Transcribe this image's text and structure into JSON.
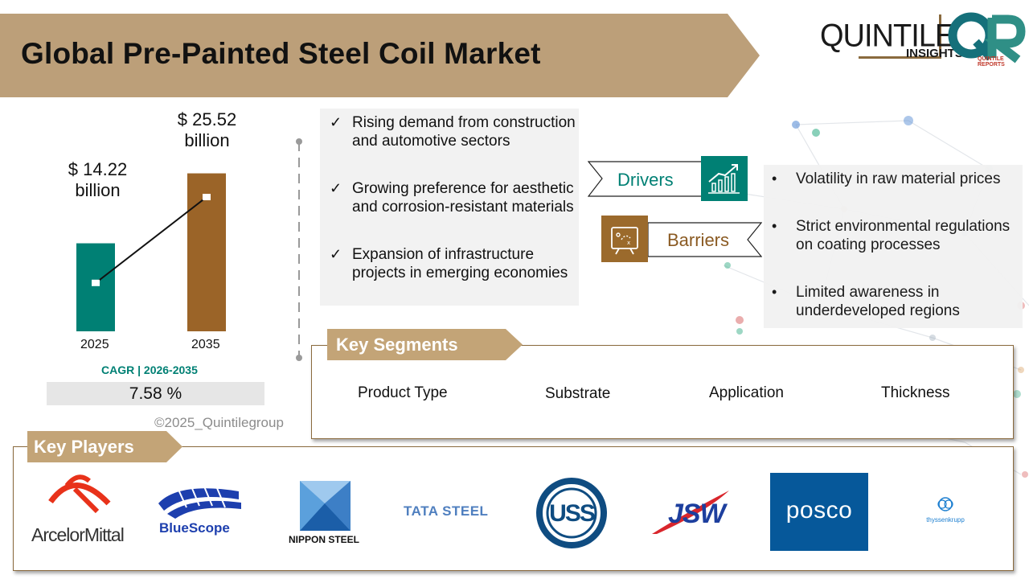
{
  "title": "Global Pre-Painted Steel Coil Market",
  "brand": {
    "quintile": "QUINTILE",
    "insights": "INSIGHTS",
    "qr": "QR",
    "reports": "QUINTILE REPORTS"
  },
  "chart_data": {
    "type": "bar",
    "categories": [
      "2025",
      "2035"
    ],
    "values": [
      14.22,
      25.52
    ],
    "value_labels": [
      "$ 14.22 billion",
      "$ 25.52 billion"
    ],
    "ylim": [
      0,
      30
    ],
    "colors": [
      "#008074",
      "#9b6428"
    ]
  },
  "bar_labels": {
    "first_amount": "$ 14.22",
    "first_unit": "billion",
    "second_amount": "$ 25.52",
    "second_unit": "billion"
  },
  "cagr": {
    "label": "CAGR | 2026-2035",
    "value": "7.58 %"
  },
  "copyright": "©2025_Quintilegroup",
  "drivers": {
    "label": "Drivers",
    "items": [
      "Rising demand from construction and automotive sectors",
      "Growing preference for aesthetic and corrosion-resistant materials",
      "Expansion of infrastructure projects in emerging economies"
    ]
  },
  "barriers": {
    "label": "Barriers",
    "items": [
      "Volatility in raw material prices",
      "Strict environmental regulations on coating processes",
      "Limited awareness in underdeveloped regions"
    ]
  },
  "segments": {
    "title": "Key Segments",
    "items": [
      "Product Type",
      "Substrate",
      "Application",
      "Thickness"
    ]
  },
  "players": {
    "title": "Key Players",
    "logos": {
      "arcelormittal": "ArcelorMittal",
      "bluescope": "BlueScope",
      "nippon": "NIPPON STEEL",
      "tata": "TATA STEEL",
      "uss": "USS",
      "jsw": "JSW",
      "posco": "posco",
      "thyssenkrupp": "thyssenkrupp"
    }
  },
  "colors": {
    "banner": "#bc9f79",
    "teal": "#008074",
    "brown": "#9b6428",
    "tag": "#c3a477"
  }
}
